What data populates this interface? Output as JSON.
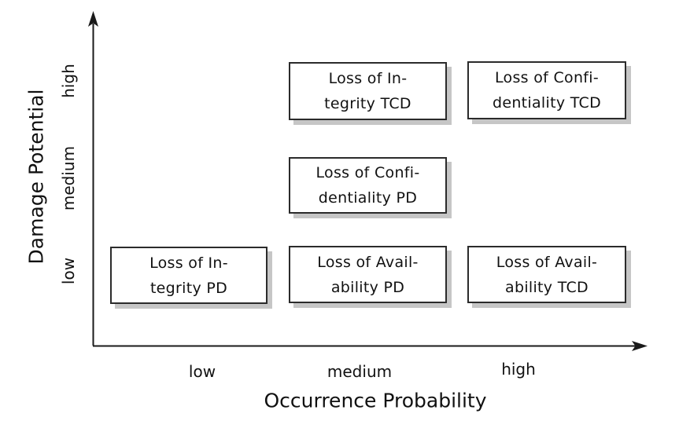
{
  "chart_data": {
    "type": "scatter",
    "title": "",
    "xlabel": "Occurrence Probability",
    "ylabel": "Damage Potential",
    "x_ticks": [
      "low",
      "medium",
      "high"
    ],
    "y_ticks": [
      "low",
      "medium",
      "high"
    ],
    "grid": false,
    "legend": false,
    "nodes": [
      {
        "label": "Loss of Integrity TCD",
        "line1": "Loss of In-",
        "line2": "tegrity TCD",
        "x": "medium",
        "y": "high"
      },
      {
        "label": "Loss of Confidentiality TCD",
        "line1": "Loss of Confi-",
        "line2": "dentiality TCD",
        "x": "high",
        "y": "high"
      },
      {
        "label": "Loss of Confidentiality PD",
        "line1": "Loss of Confi-",
        "line2": "dentiality PD",
        "x": "medium",
        "y": "medium"
      },
      {
        "label": "Loss of Integrity PD",
        "line1": "Loss of In-",
        "line2": "tegrity PD",
        "x": "low",
        "y": "low"
      },
      {
        "label": "Loss of Availability PD",
        "line1": "Loss of Avail-",
        "line2": "ability PD",
        "x": "medium",
        "y": "low"
      },
      {
        "label": "Loss of Availability TCD",
        "line1": "Loss of Avail-",
        "line2": "ability TCD",
        "x": "high",
        "y": "low"
      }
    ]
  },
  "colors": {
    "background": "#ffffff",
    "axis": "#1a1a1a",
    "text": "#111111",
    "box_border": "#2b2b2b",
    "box_shadow": "#c6c6c6"
  }
}
